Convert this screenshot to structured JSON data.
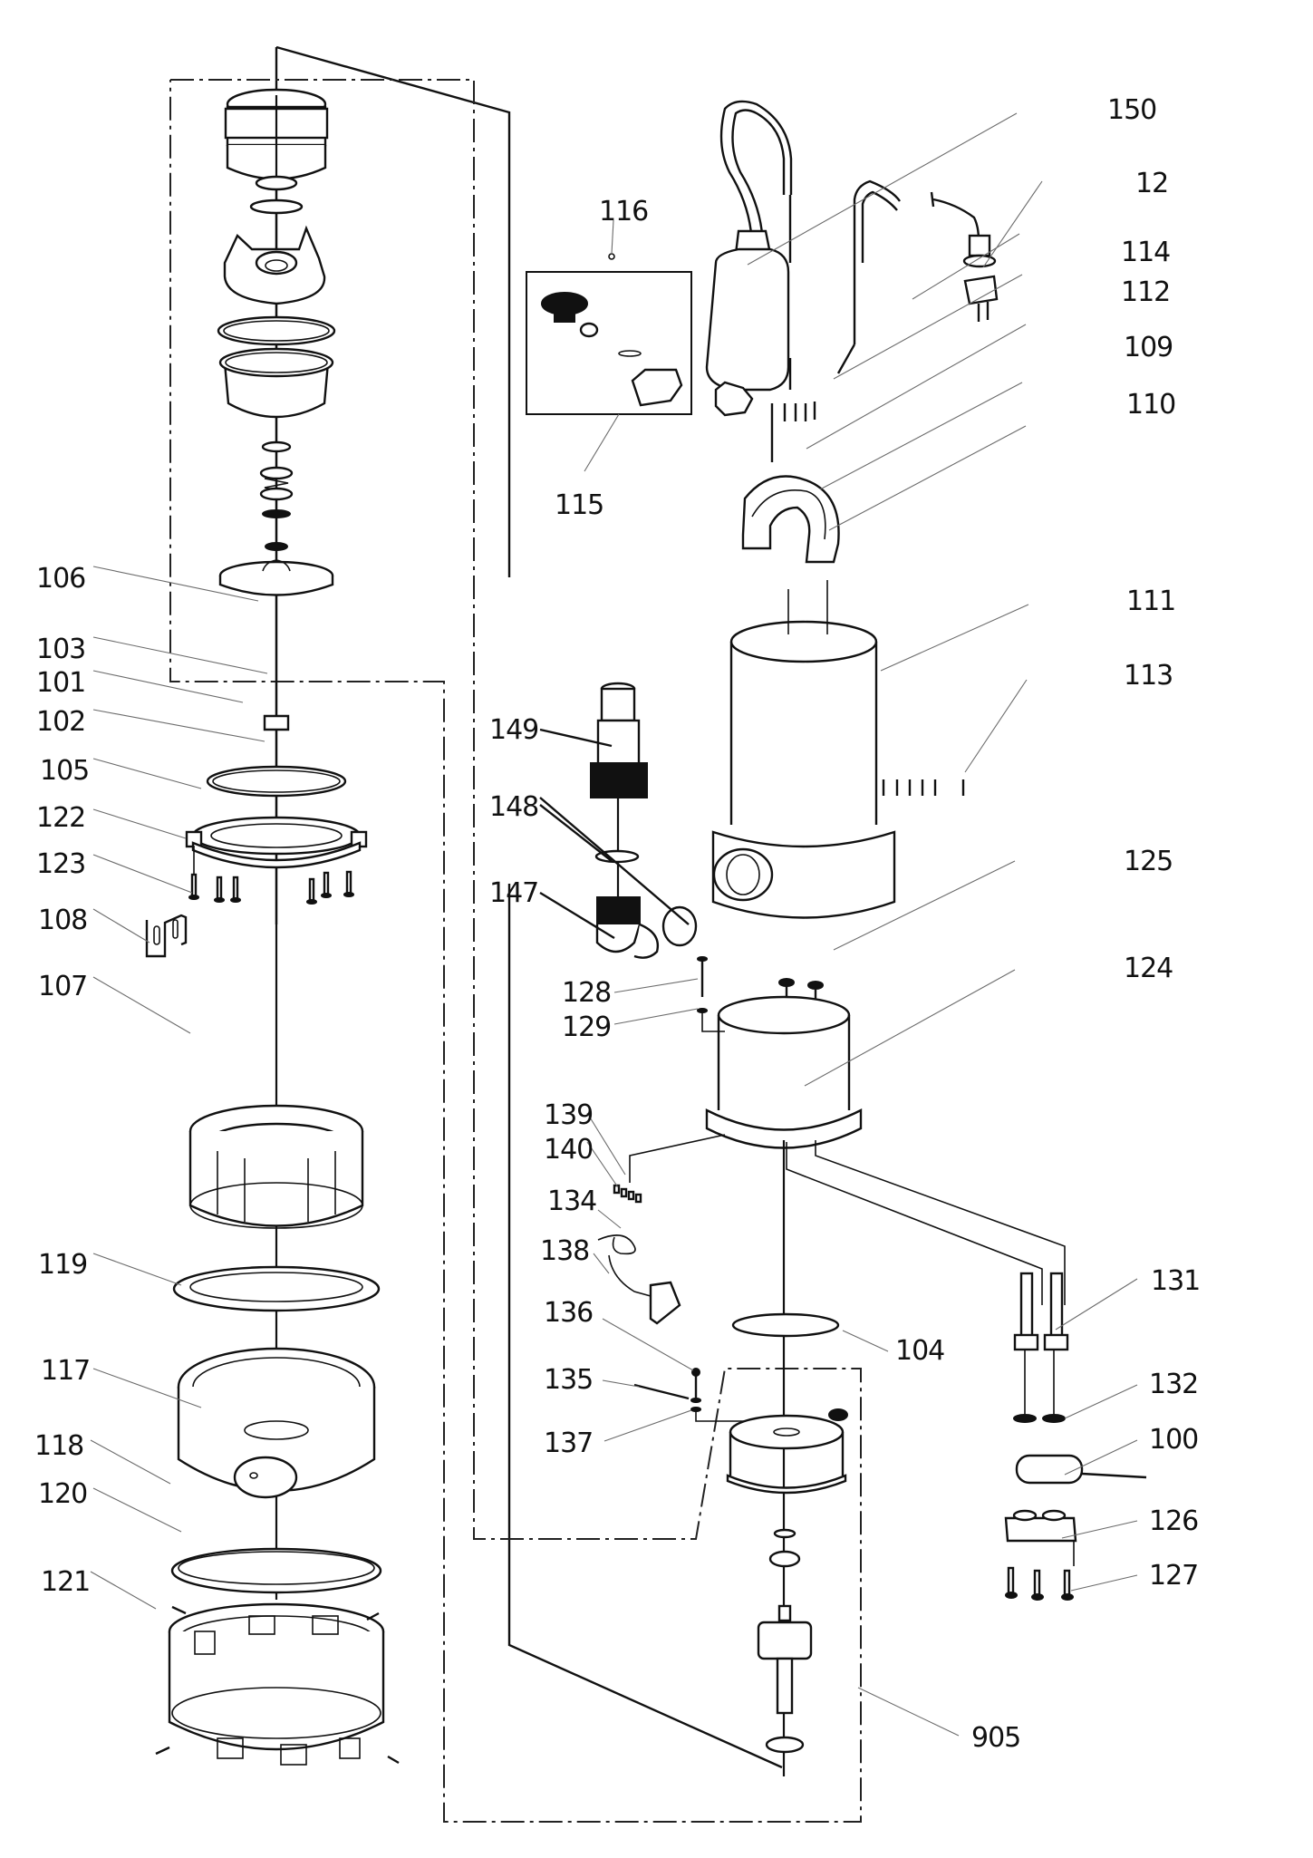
{
  "diagram": {
    "type": "exploded parts diagram",
    "subject": "submersible pump",
    "assembly_groups": [
      {
        "id": "905",
        "label": "905"
      }
    ],
    "callouts": [
      {
        "id": "150",
        "label": "150"
      },
      {
        "id": "116",
        "label": "116"
      },
      {
        "id": "12",
        "label": "12"
      },
      {
        "id": "114",
        "label": "114"
      },
      {
        "id": "112",
        "label": "112"
      },
      {
        "id": "109",
        "label": "109"
      },
      {
        "id": "110",
        "label": "110"
      },
      {
        "id": "115",
        "label": "115"
      },
      {
        "id": "111",
        "label": "111"
      },
      {
        "id": "113",
        "label": "113"
      },
      {
        "id": "106",
        "label": "106"
      },
      {
        "id": "103",
        "label": "103"
      },
      {
        "id": "101",
        "label": "101"
      },
      {
        "id": "102",
        "label": "102"
      },
      {
        "id": "105",
        "label": "105"
      },
      {
        "id": "122",
        "label": "122"
      },
      {
        "id": "123",
        "label": "123"
      },
      {
        "id": "108",
        "label": "108"
      },
      {
        "id": "107",
        "label": "107"
      },
      {
        "id": "119",
        "label": "119"
      },
      {
        "id": "117",
        "label": "117"
      },
      {
        "id": "118",
        "label": "118"
      },
      {
        "id": "120",
        "label": "120"
      },
      {
        "id": "121",
        "label": "121"
      },
      {
        "id": "149",
        "label": "149"
      },
      {
        "id": "148",
        "label": "148"
      },
      {
        "id": "147",
        "label": "147"
      },
      {
        "id": "125",
        "label": "125"
      },
      {
        "id": "128",
        "label": "128"
      },
      {
        "id": "129",
        "label": "129"
      },
      {
        "id": "124",
        "label": "124"
      },
      {
        "id": "139",
        "label": "139"
      },
      {
        "id": "140",
        "label": "140"
      },
      {
        "id": "134",
        "label": "134"
      },
      {
        "id": "138",
        "label": "138"
      },
      {
        "id": "136",
        "label": "136"
      },
      {
        "id": "135",
        "label": "135"
      },
      {
        "id": "137",
        "label": "137"
      },
      {
        "id": "104",
        "label": "104"
      },
      {
        "id": "131",
        "label": "131"
      },
      {
        "id": "132",
        "label": "132"
      },
      {
        "id": "100",
        "label": "100"
      },
      {
        "id": "126",
        "label": "126"
      },
      {
        "id": "127",
        "label": "127"
      },
      {
        "id": "905",
        "label": "905"
      }
    ]
  }
}
